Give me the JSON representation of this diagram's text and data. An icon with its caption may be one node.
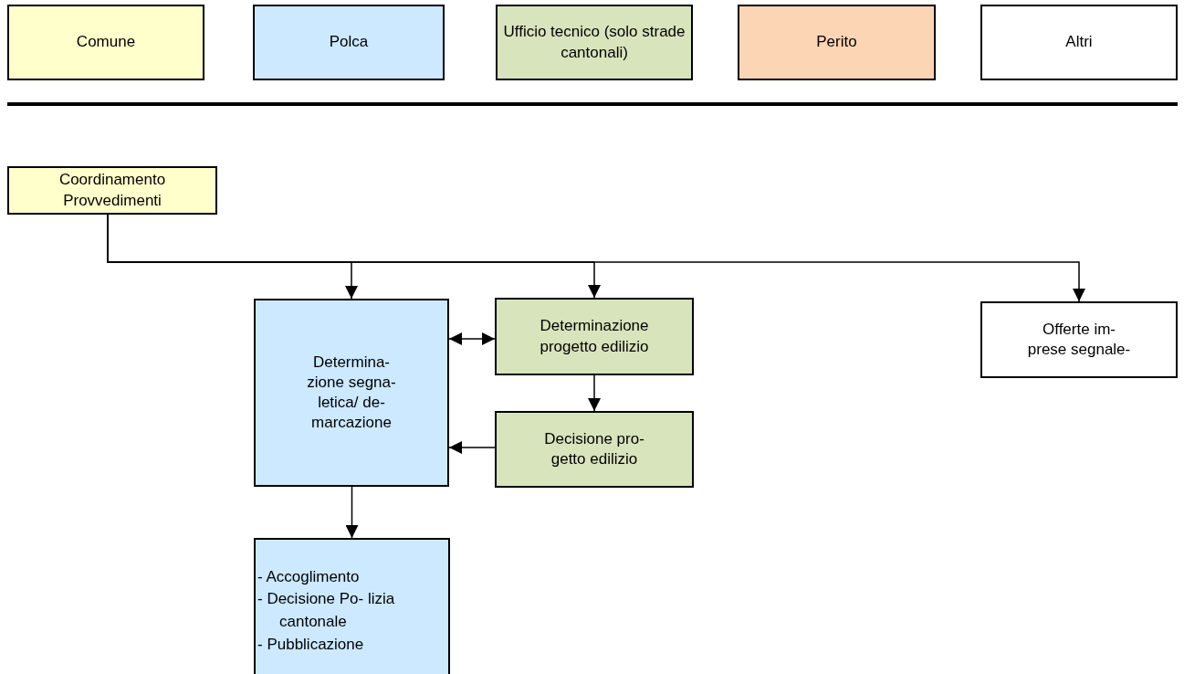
{
  "diagram": {
    "nodes": [
      {
        "text": [
          "Coordinamento Provvedimenti"
        ]
      },
      {
        "text": [
          "Determina- zione segna- letica/ de- marcazione"
        ]
      },
      {
        "text": [
          "Determinazione progetto edilizio"
        ]
      },
      {
        "text": [
          "Decisione pro- getto edilizio"
        ]
      },
      {
        "text": [
          "Offerte im- prese segnale-"
        ]
      },
      {
        "text": [
          "- Accoglimento",
          "- Decisione Po- lizia cantonale",
          "- Pubblicazione"
        ]
      }
    ],
    "edges": [
      {
        "from": 0,
        "to": 1,
        "arrow": "to"
      },
      {
        "from": 0,
        "to": 2,
        "arrow": "to"
      },
      {
        "from": 0,
        "to": 4,
        "arrow": "to"
      },
      {
        "from": 1,
        "to": 2,
        "arrow": "both"
      },
      {
        "from": 2,
        "to": 3,
        "arrow": "to"
      },
      {
        "from": 3,
        "to": 1,
        "arrow": "to"
      },
      {
        "from": 1,
        "to": 5,
        "arrow": "to"
      }
    ],
    "legend": [
      {
        "text": "Comune",
        "color": "#ffffcc"
      },
      {
        "text": "Polca",
        "color": "#cce9ff"
      },
      {
        "text": "Ufficio tecnico (solo strade cantonali)",
        "color": "#d8e4bc"
      },
      {
        "text": "Perito",
        "color": "#fcd5b4"
      },
      {
        "text": "Altri",
        "color": "#ffffff"
      }
    ]
  }
}
